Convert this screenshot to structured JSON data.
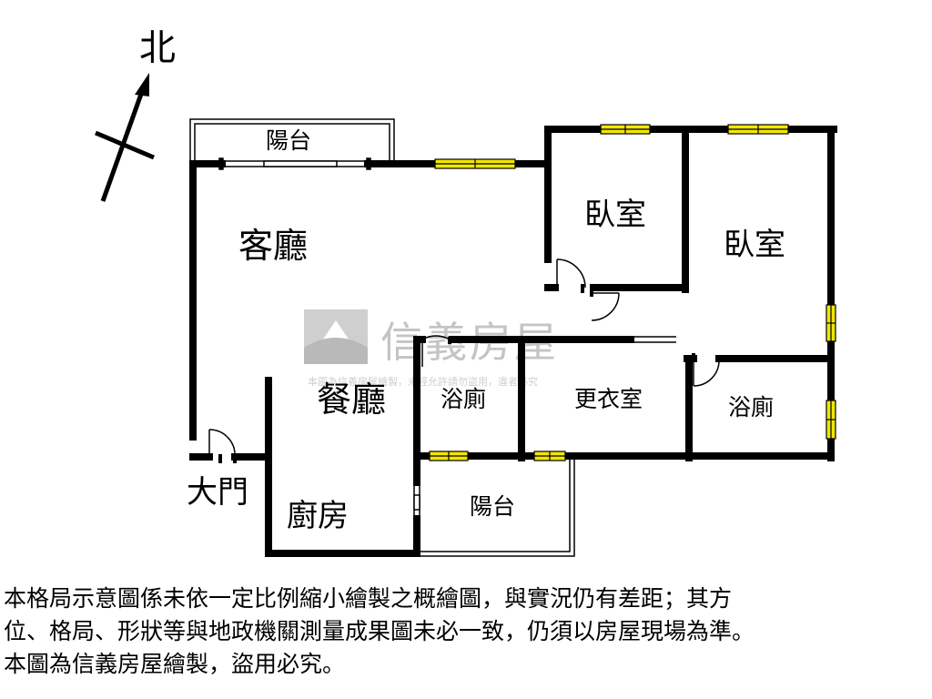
{
  "compass": {
    "label": "北"
  },
  "rooms": {
    "balcony_top": "陽台",
    "living_room": "客廳",
    "bedroom_1": "臥室",
    "bedroom_2": "臥室",
    "dining_room": "餐廳",
    "bathroom_1": "浴廁",
    "walk_in_closet": "更衣室",
    "bathroom_2": "浴廁",
    "main_door": "大門",
    "kitchen": "廚房",
    "balcony_bottom": "陽台"
  },
  "watermark": {
    "logo_text": "信義房屋",
    "sub_text": "本圖為信義房屋繪製，未經允許請勿盜用，違者必究"
  },
  "colors": {
    "wall": "#000000",
    "window_fill": "#f2e600",
    "watermark": "#c4c4c4"
  },
  "disclaimer": {
    "line1": "本格局示意圖係未依一定比例縮小繪製之概繪圖，與實況仍有差距；其方",
    "line2": "位、格局、形狀等與地政機關測量成果圖未必一致，仍須以房屋現場為準。",
    "line3": "本圖為信義房屋繪製，盜用必究。"
  }
}
